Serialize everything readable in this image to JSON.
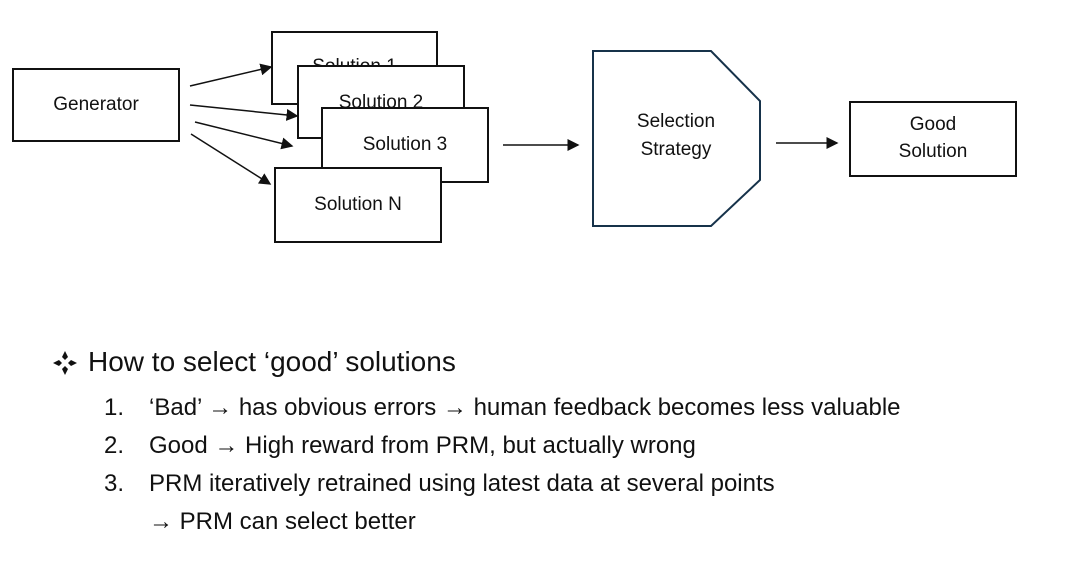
{
  "diagram": {
    "generator": "Generator",
    "solutions": [
      "Solution 1",
      "Solution 2",
      "Solution 3",
      "Solution N"
    ],
    "selection": "Selection\nStrategy",
    "result": "Good\nSolution"
  },
  "section": {
    "title": "How to select ‘good’ solutions",
    "items": [
      {
        "number": "1.",
        "text": "‘Bad’ → has obvious errors → human feedback becomes less valuable"
      },
      {
        "number": "2.",
        "text": "Good → High reward from PRM, but actually wrong"
      },
      {
        "number": "3.",
        "text": "PRM iteratively retrained using latest data at several points",
        "continuation": "→ PRM can select better"
      }
    ]
  }
}
